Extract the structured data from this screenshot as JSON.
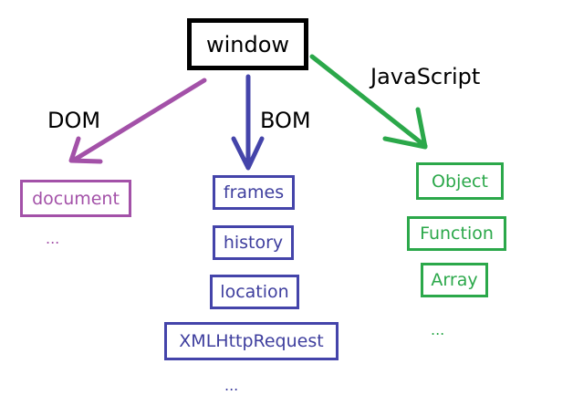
{
  "root": {
    "label": "window"
  },
  "branches": {
    "dom": {
      "label": "DOM",
      "color": "#a351a8",
      "items": [
        "document"
      ],
      "ellipsis": "..."
    },
    "bom": {
      "label": "BOM",
      "color": "#4444aa",
      "items": [
        "frames",
        "history",
        "location",
        "XMLHttpRequest"
      ],
      "ellipsis": "..."
    },
    "js": {
      "label": "JavaScript",
      "color": "#2ba84a",
      "items": [
        "Object",
        "Function",
        "Array"
      ],
      "ellipsis": "..."
    }
  }
}
